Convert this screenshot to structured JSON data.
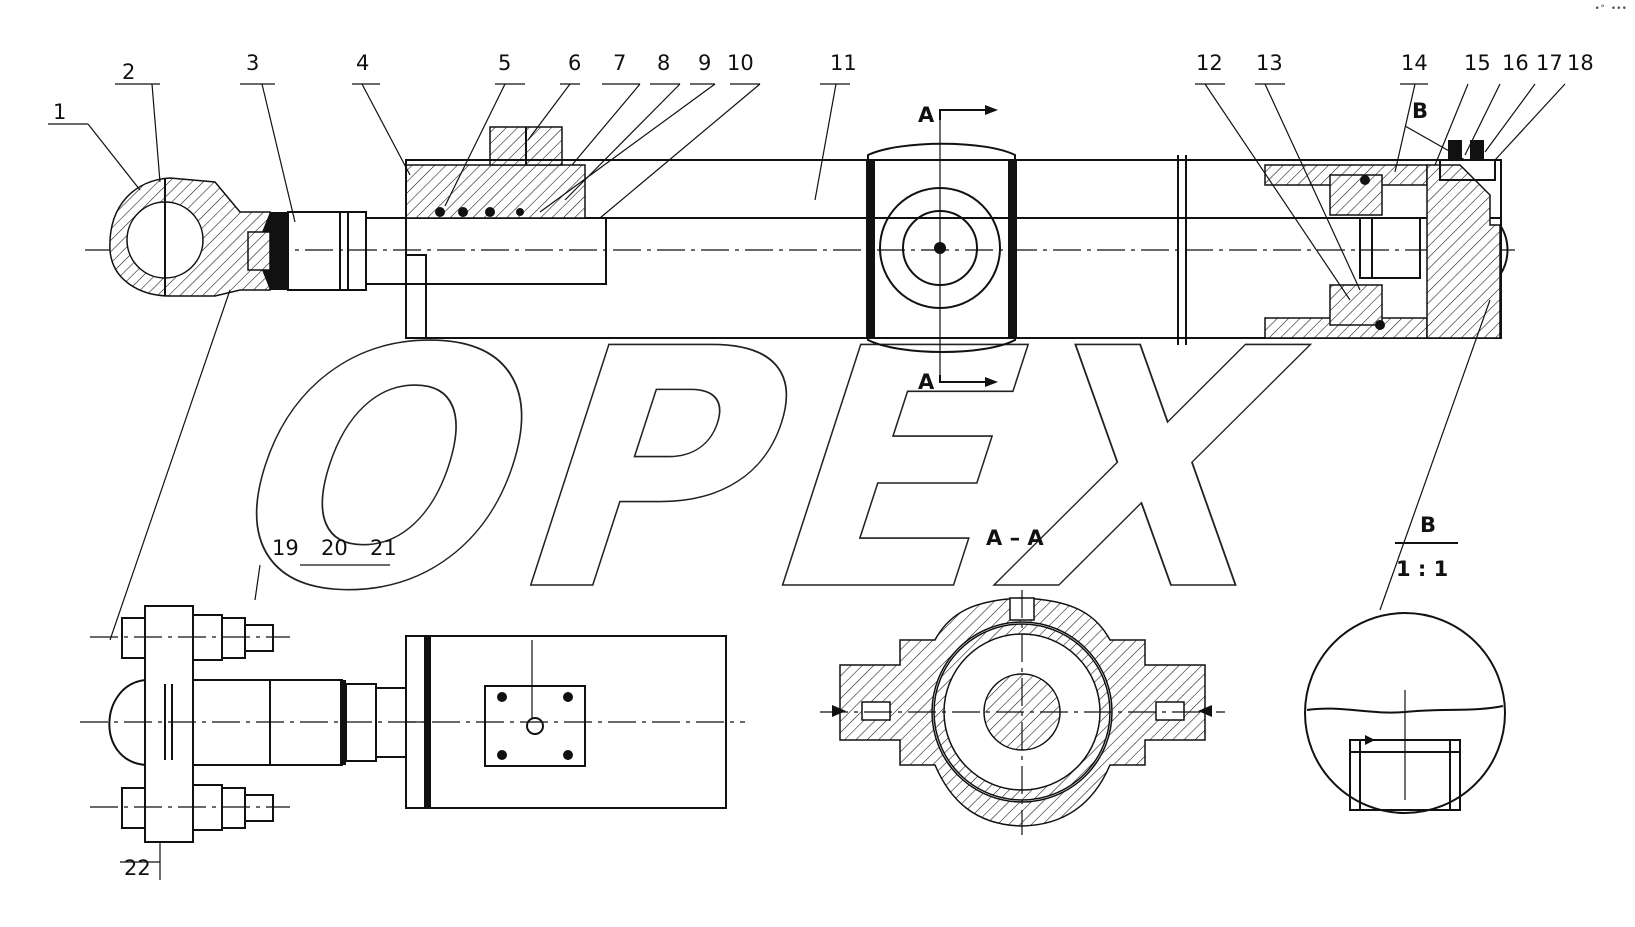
{
  "watermark": "OPEX",
  "corner_mark": "•° •••",
  "part_labels": [
    "1",
    "2",
    "3",
    "4",
    "5",
    "6",
    "7",
    "8",
    "9",
    "10",
    "11",
    "12",
    "13",
    "14",
    "15",
    "16",
    "17",
    "18",
    "19",
    "20",
    "21",
    "22"
  ],
  "section_labels": {
    "section_a_top": "A",
    "section_a_bottom": "A",
    "detail_b": "B",
    "section_aa_title": "A – A",
    "detail_b_title": "B",
    "detail_b_scale": "1 : 1"
  }
}
